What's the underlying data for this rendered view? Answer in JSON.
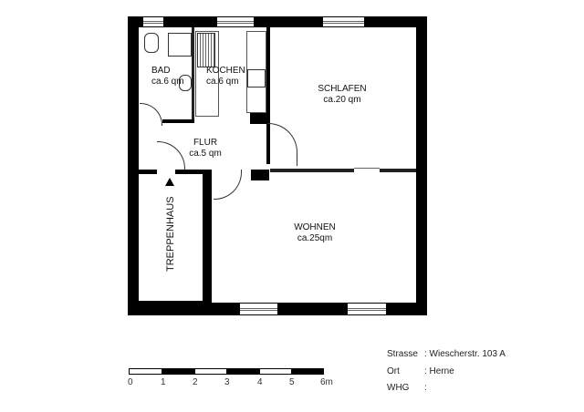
{
  "rooms": [
    {
      "id": "bad",
      "name": "BAD",
      "area": "ca.6 qm"
    },
    {
      "id": "kochen",
      "name": "KOCHEN",
      "area": "ca.6 qm"
    },
    {
      "id": "schlafen",
      "name": "SCHLAFEN",
      "area": "ca.20 qm"
    },
    {
      "id": "flur",
      "name": "FLUR",
      "area": "ca.5 qm"
    },
    {
      "id": "wohnen",
      "name": "WOHNEN",
      "area": "ca.25qm"
    },
    {
      "id": "treppenhaus",
      "name": "TREPPENHAUS",
      "area": ""
    }
  ],
  "scale_bar": {
    "ticks": [
      "0",
      "1",
      "2",
      "3",
      "4",
      "5",
      "6m"
    ],
    "colors": [
      "#ffffff",
      "#000000",
      "#ffffff",
      "#000000",
      "#ffffff",
      "#000000"
    ]
  },
  "info": [
    {
      "key": "Strasse",
      "value": ": Wiescherstr. 103 A"
    },
    {
      "key": "Ort",
      "value": ": Herne"
    },
    {
      "key": "WHG",
      "value": ":"
    }
  ],
  "colors": {
    "wall": "#000000",
    "background": "#ffffff"
  }
}
